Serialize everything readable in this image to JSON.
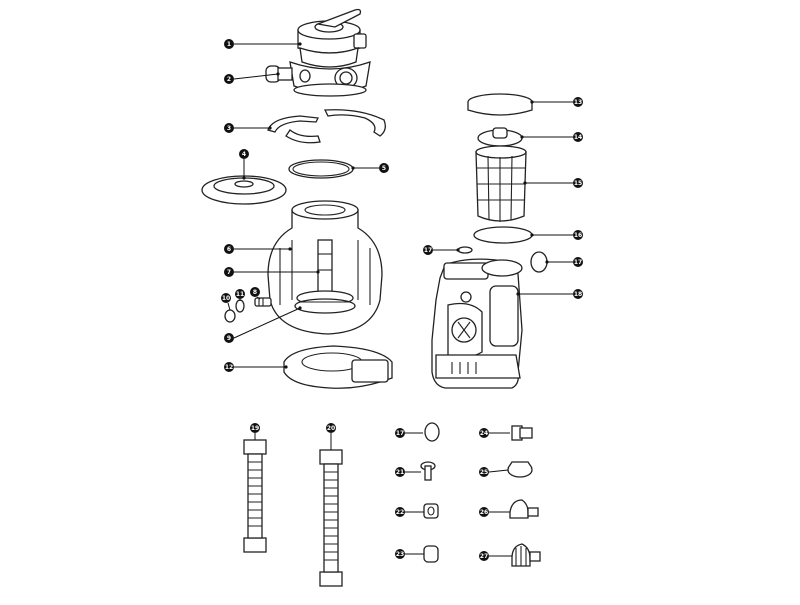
{
  "colors": {
    "ink": "#222222",
    "background": "#ffffff"
  },
  "callouts": {
    "c1": "1",
    "c2": "2",
    "c3": "3",
    "c4": "4",
    "c5": "5",
    "c6": "6",
    "c7": "7",
    "c8": "8",
    "c9": "9",
    "c10": "10",
    "c11": "11",
    "c12": "12",
    "c13": "13",
    "c14": "14",
    "c15": "15",
    "c16": "16",
    "c17": "17",
    "c18": "18",
    "c17b": "17",
    "c17c": "17",
    "c19": "19",
    "c20": "20",
    "c21": "21",
    "c22": "22",
    "c23": "23",
    "c24": "24",
    "c25": "25",
    "c26": "26",
    "c27": "27"
  }
}
